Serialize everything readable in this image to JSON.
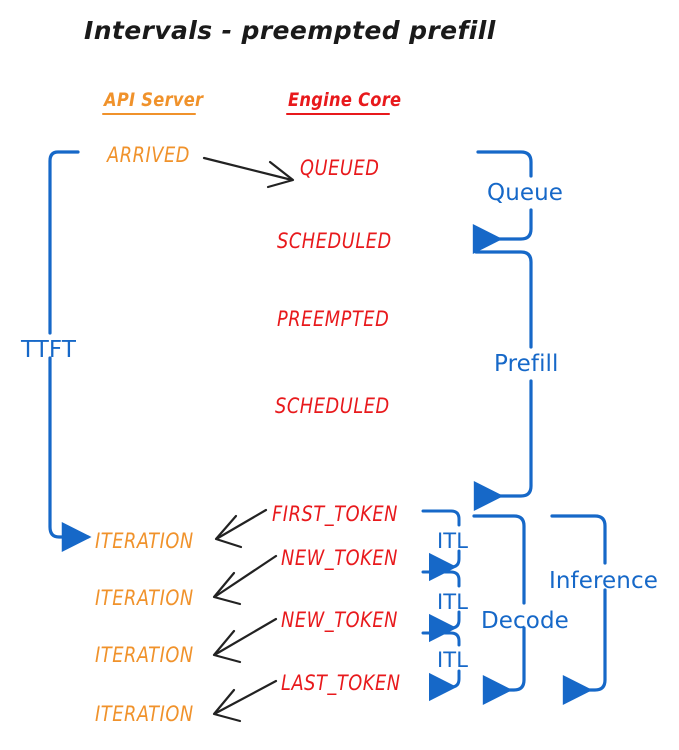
{
  "title": "Intervals - preempted prefill",
  "colors": {
    "orange": "#F0922B",
    "red": "#E8191C",
    "blue": "#1668C8",
    "black": "#222222",
    "background": "#FFFFFF"
  },
  "columns": [
    {
      "label": "API Server",
      "color": "orange"
    },
    {
      "label": "Engine Core",
      "color": "red"
    }
  ],
  "api_server_events": [
    {
      "label": "ARRIVED"
    },
    {
      "label": "ITERATION"
    },
    {
      "label": "ITERATION"
    },
    {
      "label": "ITERATION"
    },
    {
      "label": "ITERATION"
    }
  ],
  "engine_core_events": [
    {
      "label": "QUEUED"
    },
    {
      "label": "SCHEDULED"
    },
    {
      "label": "PREEMPTED"
    },
    {
      "label": "SCHEDULED"
    },
    {
      "label": "FIRST_TOKEN"
    },
    {
      "label": "NEW_TOKEN"
    },
    {
      "label": "NEW_TOKEN"
    },
    {
      "label": "LAST_TOKEN"
    }
  ],
  "intervals": [
    {
      "label": "TTFT"
    },
    {
      "label": "Queue"
    },
    {
      "label": "Prefill"
    },
    {
      "label": "ITL"
    },
    {
      "label": "ITL"
    },
    {
      "label": "ITL"
    },
    {
      "label": "Decode"
    },
    {
      "label": "Inference"
    }
  ]
}
